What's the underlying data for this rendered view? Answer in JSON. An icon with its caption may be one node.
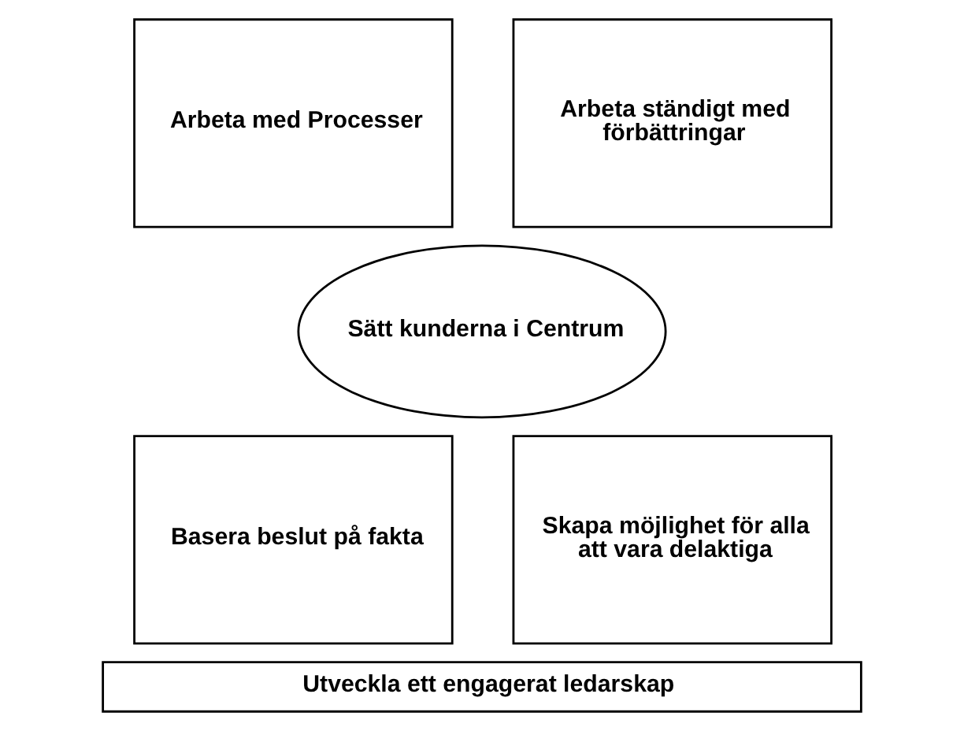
{
  "diagram": {
    "nodes": [
      {
        "text": [
          "Arbeta med Processer"
        ]
      },
      {
        "text": [
          "Arbeta ständigt med förbättringar"
        ]
      },
      {
        "text": [
          "Sätt kunderna i Centrum"
        ]
      },
      {
        "text": [
          "Basera beslut på fakta"
        ]
      },
      {
        "text": [
          "Skapa möjlighet för alla att vara delaktiga"
        ]
      },
      {
        "text": [
          "Utveckla ett engagerat ledarskap"
        ]
      }
    ]
  }
}
